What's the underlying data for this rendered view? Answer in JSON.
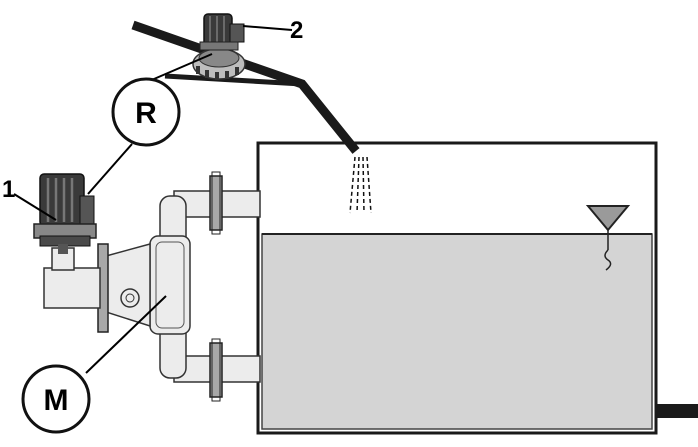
{
  "labels": {
    "motor_1": "1",
    "motor_2": "2",
    "circle_r": "R",
    "circle_m": "M"
  },
  "colors": {
    "water": "#d4d4d4",
    "outline": "#1a1a1a",
    "metal_light": "#ececec",
    "metal_mid": "#a8a8a8",
    "metal_dark": "#3a3a3a",
    "level_marker": "#9a9a9a"
  },
  "icons": {
    "motor_1": "pump-motor-icon",
    "motor_2": "pump-motor-icon",
    "level": "water-level-triangle-icon",
    "nozzle": "spray-nozzle-icon"
  }
}
